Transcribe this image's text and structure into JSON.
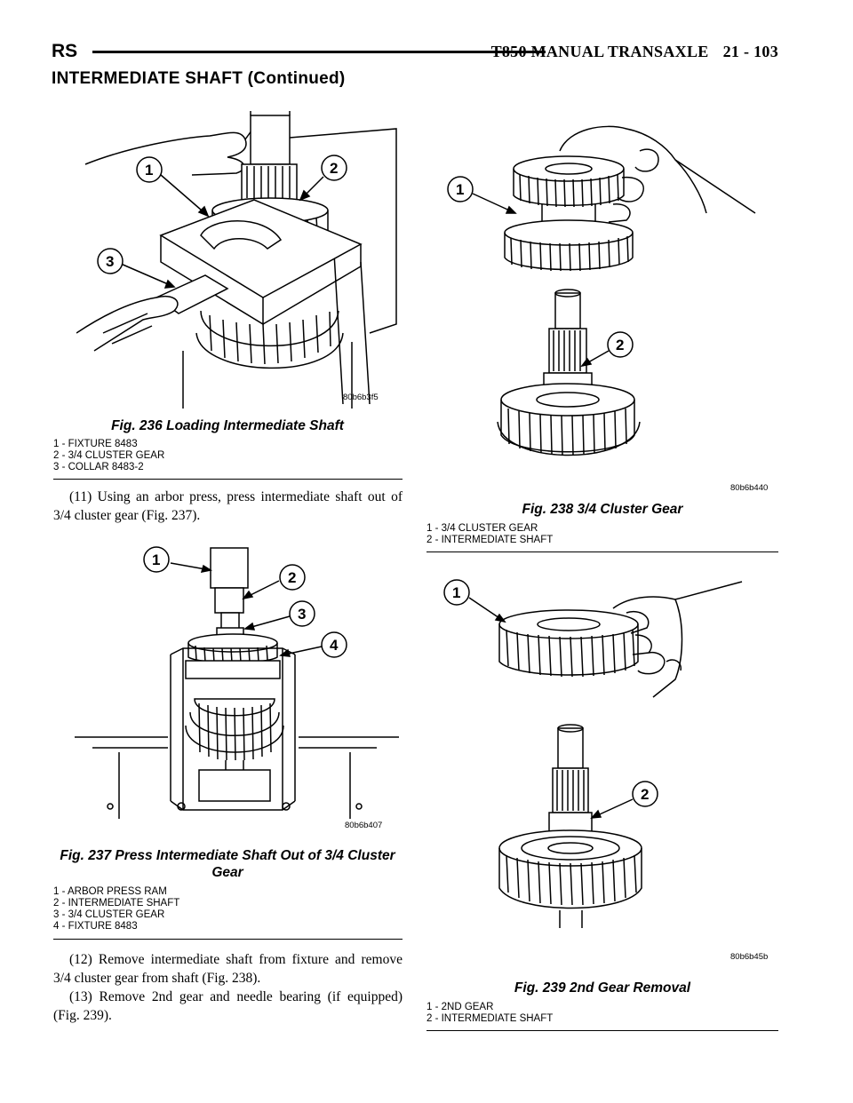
{
  "header": {
    "section": "RS",
    "title": "T850 MANUAL TRANSAXLE",
    "page": "21 - 103"
  },
  "subheading": "INTERMEDIATE SHAFT (Continued)",
  "figures": {
    "fig236": {
      "code": "80b6b3f5",
      "caption": "Fig. 236 Loading Intermediate Shaft",
      "legend": [
        "1 - FIXTURE 8483",
        "2 - 3/4 CLUSTER GEAR",
        "3 - COLLAR 8483-2"
      ],
      "callouts": [
        "1",
        "2",
        "3"
      ]
    },
    "fig237": {
      "code": "80b6b407",
      "caption": "Fig. 237 Press Intermediate Shaft Out of 3/4 Cluster Gear",
      "legend": [
        "1 - ARBOR PRESS RAM",
        "2 - INTERMEDIATE SHAFT",
        "3 - 3/4 CLUSTER GEAR",
        "4 - FIXTURE 8483"
      ],
      "callouts": [
        "1",
        "2",
        "3",
        "4"
      ]
    },
    "fig238": {
      "code": "80b6b440",
      "caption": "Fig. 238 3/4 Cluster Gear",
      "legend": [
        "1 - 3/4 CLUSTER GEAR",
        "2 - INTERMEDIATE SHAFT"
      ],
      "callouts": [
        "1",
        "2"
      ]
    },
    "fig239": {
      "code": "80b6b45b",
      "caption": "Fig. 239 2nd Gear Removal",
      "legend": [
        "1 - 2ND GEAR",
        "2 - INTERMEDIATE SHAFT"
      ],
      "callouts": [
        "1",
        "2"
      ]
    }
  },
  "paragraphs": {
    "p11": "(11) Using an arbor press, press intermediate shaft out of 3/4 cluster gear (Fig. 237).",
    "p12": "(12) Remove intermediate shaft from fixture and remove 3/4 cluster gear from shaft (Fig. 238).",
    "p13": "(13) Remove 2nd gear and needle bearing (if equipped) (Fig. 239)."
  }
}
